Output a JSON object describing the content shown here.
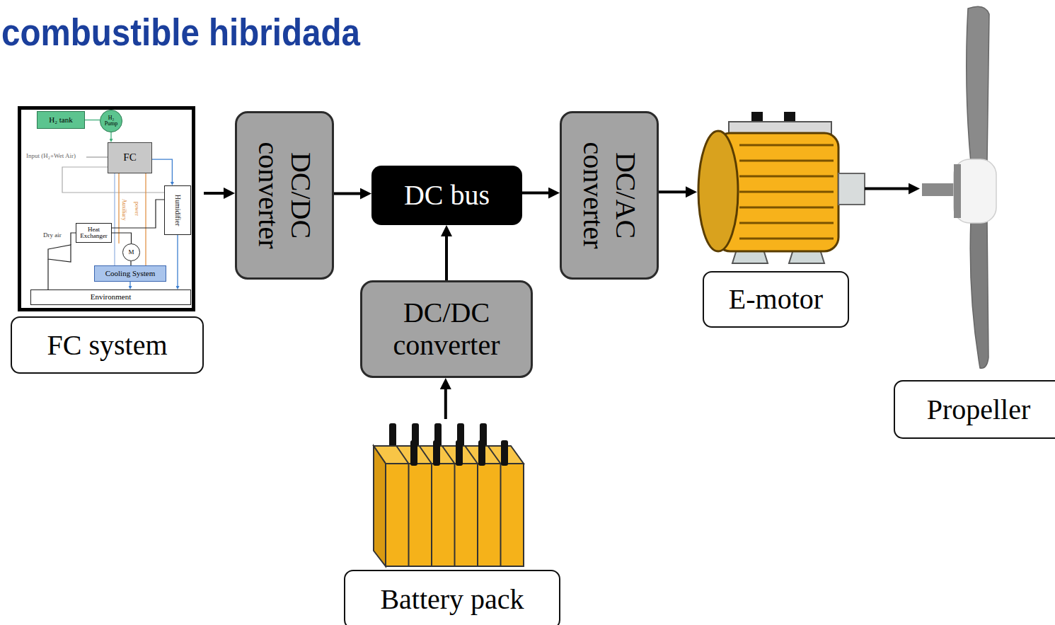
{
  "diagram": {
    "title": "combustible hibridada",
    "nodes": [
      {
        "text": [
          "FC system"
        ]
      },
      {
        "text": [
          "H₂ tank"
        ],
        "in": 0
      },
      {
        "text": [
          "H₂ Pump"
        ],
        "in": 0
      },
      {
        "text": [
          "FC"
        ],
        "in": 0
      },
      {
        "text": [
          "Humidifier"
        ],
        "in": 0
      },
      {
        "text": [
          "Heat Exchanger"
        ],
        "in": 0
      },
      {
        "text": [
          "M"
        ],
        "in": 0
      },
      {
        "text": [
          "Cooling System"
        ],
        "in": 0
      },
      {
        "text": [
          "Environment"
        ],
        "in": 0
      },
      {
        "text": [
          "DC/DC converter"
        ]
      },
      {
        "text": [
          "DC bus"
        ]
      },
      {
        "text": [
          "DC/DC converter"
        ]
      },
      {
        "text": [
          "Battery pack"
        ]
      },
      {
        "text": [
          "DC/AC converter"
        ]
      },
      {
        "text": [
          "E-motor"
        ]
      },
      {
        "text": [
          "Propeller"
        ]
      }
    ],
    "edges": [
      {
        "from": 0,
        "to": 9,
        "arrow": "to"
      },
      {
        "from": 9,
        "to": 10,
        "arrow": "to"
      },
      {
        "from": 12,
        "to": 11,
        "arrow": "to"
      },
      {
        "from": 11,
        "to": 10,
        "arrow": "to"
      },
      {
        "from": 10,
        "to": 13,
        "arrow": "to"
      },
      {
        "from": 13,
        "to": 14,
        "arrow": "to"
      },
      {
        "from": 14,
        "to": 15,
        "arrow": "to"
      },
      {
        "from": 1,
        "to": 2,
        "arrow": "none"
      },
      {
        "from": 2,
        "to": 3,
        "arrow": "to"
      },
      {
        "from": 3,
        "to": 4,
        "arrow": "to"
      },
      {
        "from": 4,
        "to": 8,
        "arrow": "to"
      },
      {
        "from": 5,
        "to": 6,
        "arrow": "none"
      },
      {
        "from": 7,
        "to": 8,
        "arrow": "to"
      }
    ],
    "labels": [
      "Input (H₂+Wet Air)",
      "Dry air",
      "Auxiliary",
      "power"
    ]
  }
}
